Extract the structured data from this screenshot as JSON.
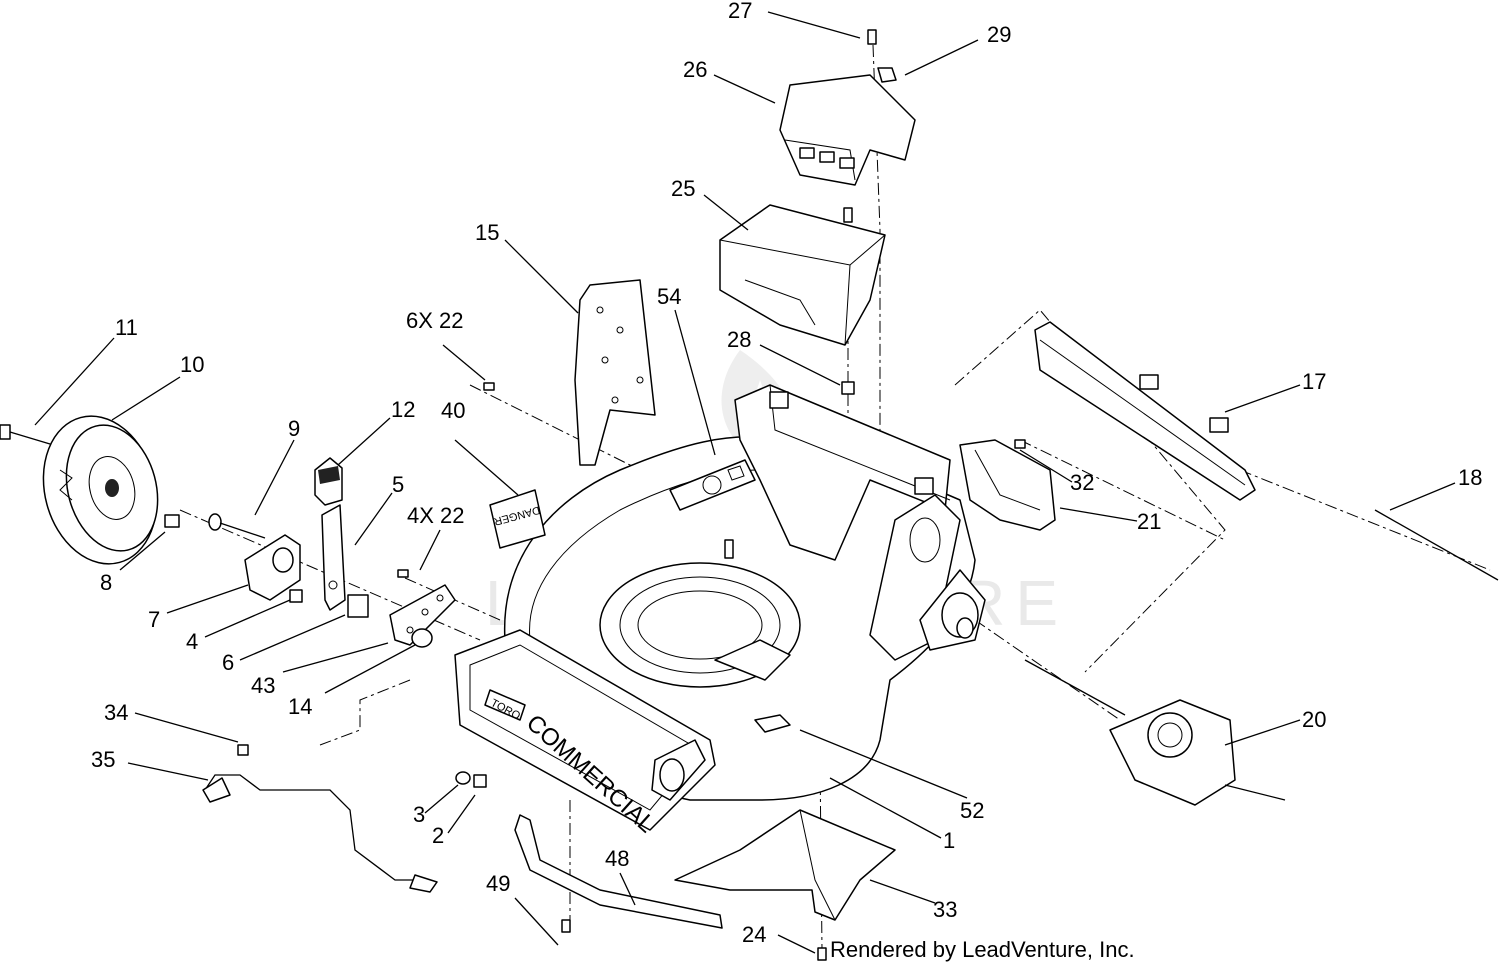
{
  "callouts": {
    "c27": "27",
    "c29": "29",
    "c26": "26",
    "c25": "25",
    "c15": "15",
    "c54": "54",
    "c6x22": "6X 22",
    "c28": "28",
    "c17": "17",
    "c11": "11",
    "c10": "10",
    "c12": "12",
    "c9": "9",
    "c40": "40",
    "c5": "5",
    "c4x22": "4X 22",
    "c32": "32",
    "c18": "18",
    "c21": "21",
    "c8": "8",
    "c7": "7",
    "c4": "4",
    "c6": "6",
    "c43": "43",
    "c14": "14",
    "c34": "34",
    "c20": "20",
    "c35": "35",
    "c52": "52",
    "c3": "3",
    "c2": "2",
    "c1": "1",
    "c48": "48",
    "c49": "49",
    "c33": "33",
    "c24": "24"
  },
  "decals": {
    "danger": "DANGER",
    "brand_logo": "TORO",
    "brand_text": "COMMERCIAL"
  },
  "watermark": "LEADVENTURE",
  "footer": "Rendered by LeadVenture, Inc."
}
